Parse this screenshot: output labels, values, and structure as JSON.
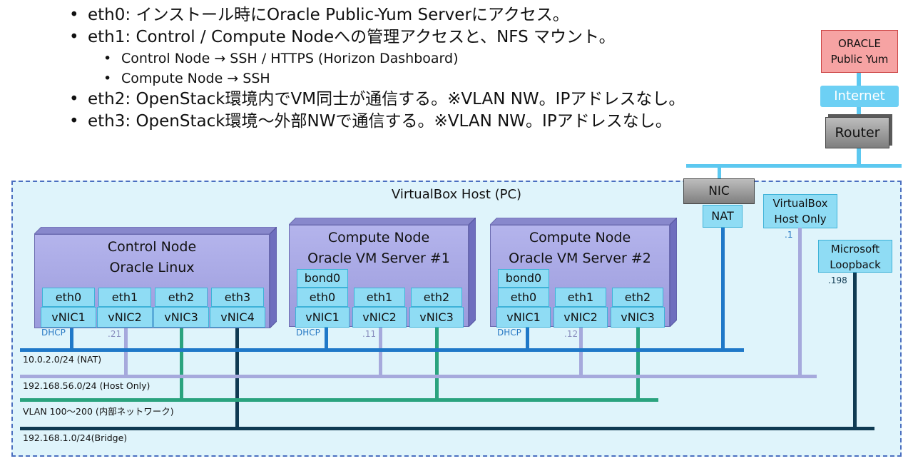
{
  "bullets": {
    "eth0": "eth0: インストール時にOracle Public-Yum Serverにアクセス。",
    "eth1": "eth1: Control / Compute Nodeへの管理アクセスと、NFS マウント。",
    "sub1": "Control Node → SSH / HTTPS (Horizon Dashboard)",
    "sub2": "Compute Node → SSH",
    "eth2": "eth2: OpenStack環境内でVM同士が通信する。※VLAN NW。IPアドレスなし。",
    "eth3": "eth3: OpenStack環境～外部NWで通信する。※VLAN NW。IPアドレスなし。"
  },
  "external": {
    "oracle_line1": "ORACLE",
    "oracle_line2": "Public Yum",
    "internet": "Internet",
    "router": "Router"
  },
  "host": {
    "title": "VirtualBox Host (PC)",
    "nic": "NIC",
    "nat": "NAT",
    "hostonly_line1": "VirtualBox",
    "hostonly_line2": "Host Only",
    "hostonly_ip": ".1",
    "loopback_line1": "Microsoft",
    "loopback_line2": "Loopback",
    "loopback_ip": ".198"
  },
  "control": {
    "line1": "Control Node",
    "line2": "Oracle Linux",
    "eths": [
      "eth0",
      "eth1",
      "eth2",
      "eth3"
    ],
    "vnics": [
      "vNIC1",
      "vNIC2",
      "vNIC3",
      "vNIC4"
    ],
    "dhcp": "DHCP",
    "ip": ".21"
  },
  "compute1": {
    "line1": "Compute Node",
    "line2": "Oracle VM Server #1",
    "bond": "bond0",
    "eths": [
      "eth0",
      "eth1",
      "eth2"
    ],
    "vnics": [
      "vNIC1",
      "vNIC2",
      "vNIC3"
    ],
    "dhcp": "DHCP",
    "ip": ".11"
  },
  "compute2": {
    "line1": "Compute Node",
    "line2": "Oracle VM Server #2",
    "bond": "bond0",
    "eths": [
      "eth0",
      "eth1",
      "eth2"
    ],
    "vnics": [
      "vNIC1",
      "vNIC2",
      "vNIC3"
    ],
    "dhcp": "DHCP",
    "ip": ".12"
  },
  "networks": {
    "nat": "10.0.2.0/24 (NAT)",
    "hostonly": "192.168.56.0/24  (Host Only)",
    "vlan": "VLAN 100～200 (内部ネットワーク)",
    "bridge": "192.168.1.0/24(Bridge)"
  },
  "colors": {
    "nat_line": "#1f78c8",
    "hostonly_line": "#a6a9dc",
    "vlan_line": "#2aa37e",
    "bridge_line": "#0f3a52",
    "internet_line": "#5cc8f0"
  }
}
